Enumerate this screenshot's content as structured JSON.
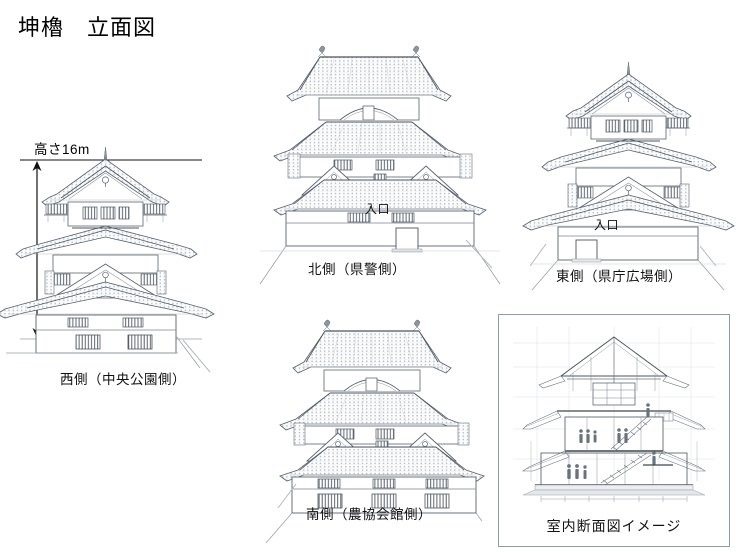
{
  "sheet": {
    "title": "坤櫓　立面図",
    "background_color": "#ffffff",
    "line_color": "#555f6e",
    "text_color": "#111111"
  },
  "dimension": {
    "height_label": "高さ16m",
    "value": 16,
    "unit": "m",
    "arrow_style": "double-headed-vertical"
  },
  "elevations": [
    {
      "id": "west",
      "caption": "西側（中央公園側）",
      "entrance_label": null,
      "stories": 3,
      "roof_tiers": 3,
      "orientation": "narrow-gable-side"
    },
    {
      "id": "north",
      "caption": "北側（県警側）",
      "entrance_label": "入口",
      "stories": 3,
      "roof_tiers": 3,
      "orientation": "broad-side"
    },
    {
      "id": "east",
      "caption": "東側（県庁広場側）",
      "entrance_label": "入口",
      "stories": 3,
      "roof_tiers": 3,
      "orientation": "narrow-gable-side"
    },
    {
      "id": "south",
      "caption": "南側（農協会館側）",
      "entrance_label": null,
      "stories": 3,
      "roof_tiers": 3,
      "orientation": "broad-side"
    }
  ],
  "section": {
    "caption": "室内断面図イメージ",
    "frame_color": "#9099ad",
    "floors": 3,
    "contains_figures": true,
    "contains_stairs": true
  }
}
